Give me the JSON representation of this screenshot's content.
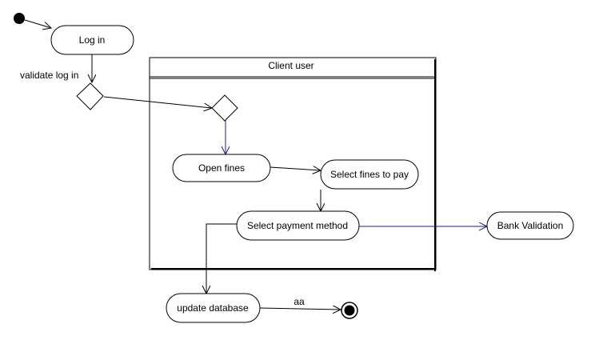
{
  "diagram": {
    "partition": {
      "label": "Client user"
    },
    "nodes": {
      "login": "Log in",
      "open_fines": "Open fines",
      "select_fines": "Select fines to pay",
      "select_payment": "Select payment method",
      "bank_validation": "Bank Validation",
      "update_database": "update database"
    },
    "edges": {
      "validate_login": "validate log in",
      "aa": "aa"
    },
    "colors": {
      "line": "#000000",
      "accent_line": "#1a1a8c",
      "node_fill": "#ffffff"
    }
  }
}
